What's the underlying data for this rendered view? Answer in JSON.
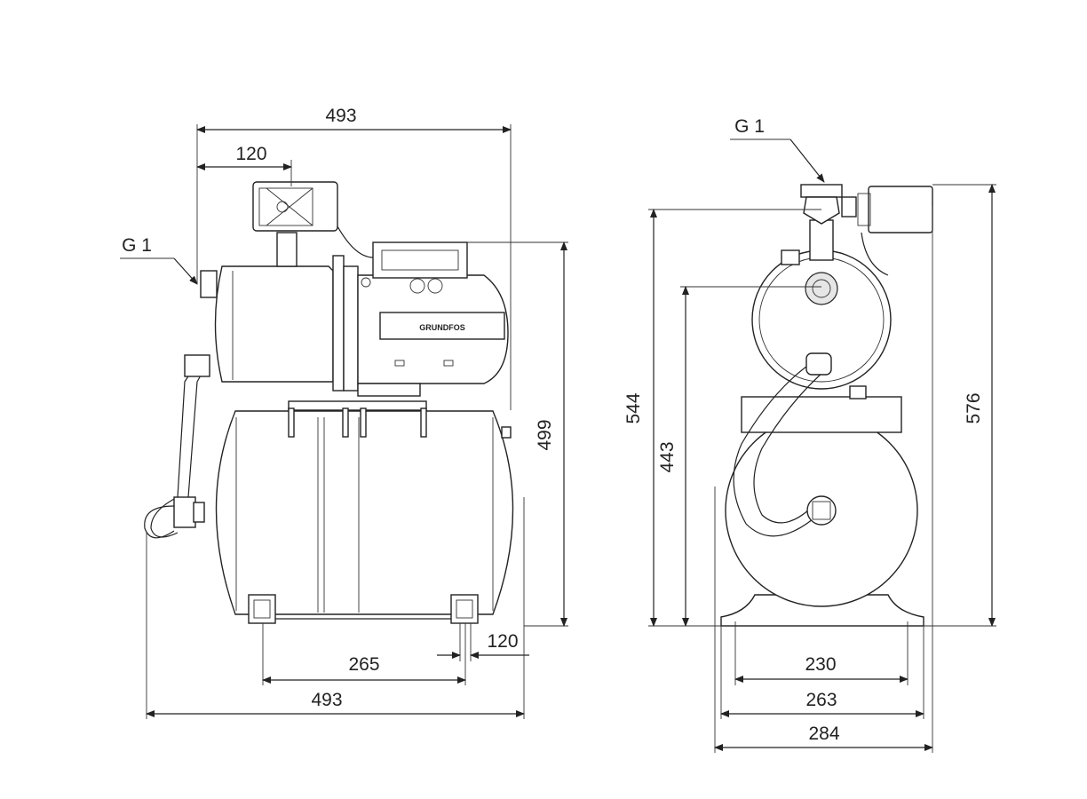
{
  "front_view": {
    "overall_width_top": "493",
    "inlet_offset": "120",
    "inlet_label": "G 1",
    "height": "499",
    "foot_spacing": "265",
    "foot_offset": "120",
    "overall_width_bottom": "493",
    "brand_text": "GRUNDFOS"
  },
  "side_view": {
    "outlet_label": "G 1",
    "height_outlet": "544",
    "height_center": "443",
    "height_total": "576",
    "foot_spacing": "230",
    "base_width": "263",
    "overall_width": "284"
  }
}
